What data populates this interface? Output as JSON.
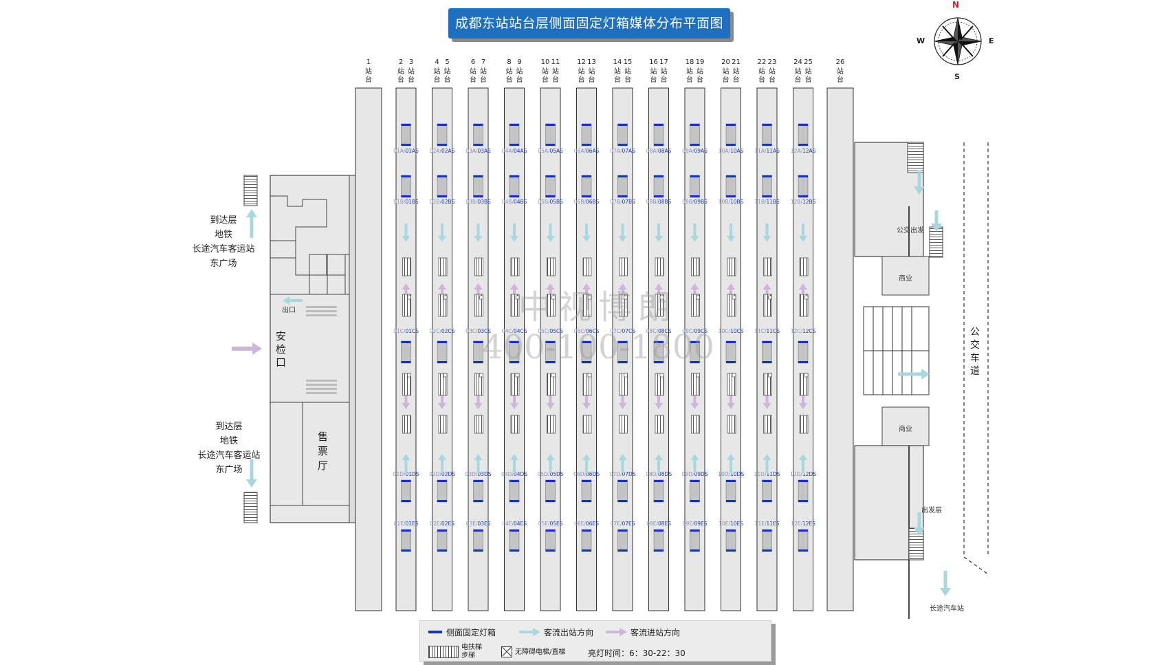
{
  "title": "成都东站站台层侧面固定灯箱媒体分布平面图",
  "compass": {
    "n": "N",
    "e": "E",
    "s": "S",
    "w": "W"
  },
  "platform_word": "站台",
  "platform_headers": [
    "1",
    "2",
    "3",
    "4",
    "5",
    "6",
    "7",
    "8",
    "9",
    "10",
    "11",
    "12",
    "13",
    "14",
    "15",
    "16",
    "17",
    "18",
    "19",
    "20",
    "21",
    "22",
    "23",
    "24",
    "25",
    "26"
  ],
  "lightbox_rows": [
    "A",
    "B",
    "C",
    "D",
    "E"
  ],
  "left_labels": {
    "top": [
      "到达层",
      "地铁",
      "长途汽车客运站",
      "东广场"
    ],
    "bottom": [
      "到达层",
      "地铁",
      "长途汽车客运站",
      "东广场"
    ],
    "security": "安检口",
    "exit": "出口",
    "ticket_hall": "售票厅"
  },
  "right_labels": {
    "bus_departure": "公交出发",
    "commerce_1": "商业",
    "commerce_2": "商业",
    "departure_floor": "出发层",
    "bus_lane": "公交车道",
    "coach_station": "长途汽车站"
  },
  "watermark": {
    "line1": "中视博朗",
    "line2": "400-100-1800"
  },
  "legend": {
    "lightbox": "侧面固定灯箱",
    "out_flow": "客流出站方向",
    "in_flow": "客流进站方向",
    "escalator": "电扶梯",
    "stairs": "步梯",
    "elevator": "无障碍电梯/直梯",
    "lighting": "亮灯时间：6：30-22：30"
  },
  "colors": {
    "lightbox": "#1333c4",
    "out_arrow": "#a8d8de",
    "in_arrow": "#cdb6d9",
    "label_blue": "#1f3fb8",
    "title_bg": "#1f6fc0"
  }
}
